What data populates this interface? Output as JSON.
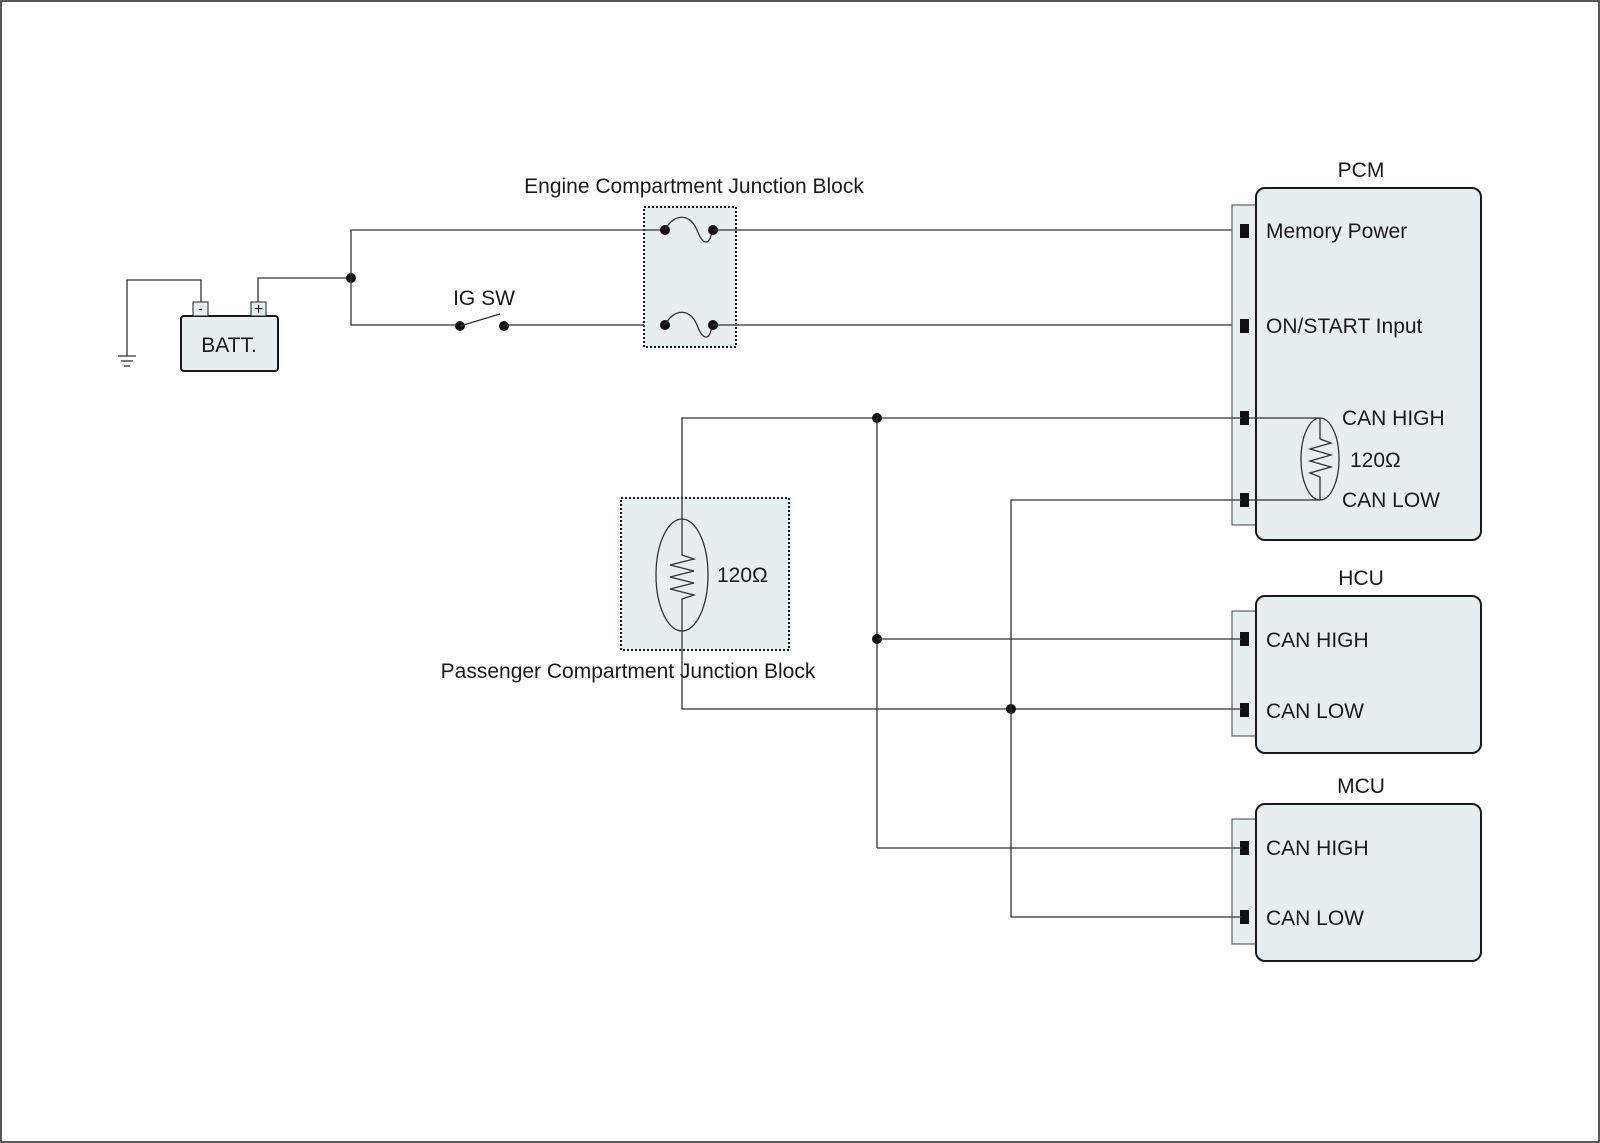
{
  "diagram": {
    "battery": {
      "label": "BATT.",
      "neg": "-",
      "pos": "+"
    },
    "ig_switch": {
      "label": "IG SW"
    },
    "engine_jb": {
      "label": "Engine Compartment Junction Block"
    },
    "passenger_jb": {
      "label": "Passenger Compartment Junction Block",
      "resistor": "120Ω"
    },
    "pcm": {
      "title": "PCM",
      "pins": {
        "memory_power": "Memory Power",
        "on_start": "ON/START Input",
        "can_high": "CAN HIGH",
        "can_low": "CAN LOW"
      },
      "resistor": "120Ω"
    },
    "hcu": {
      "title": "HCU",
      "pins": {
        "can_high": "CAN HIGH",
        "can_low": "CAN LOW"
      }
    },
    "mcu": {
      "title": "MCU",
      "pins": {
        "can_high": "CAN HIGH",
        "can_low": "CAN LOW"
      }
    },
    "colors": {
      "module_fill": "#e6eeee",
      "wire": "#333333"
    }
  }
}
